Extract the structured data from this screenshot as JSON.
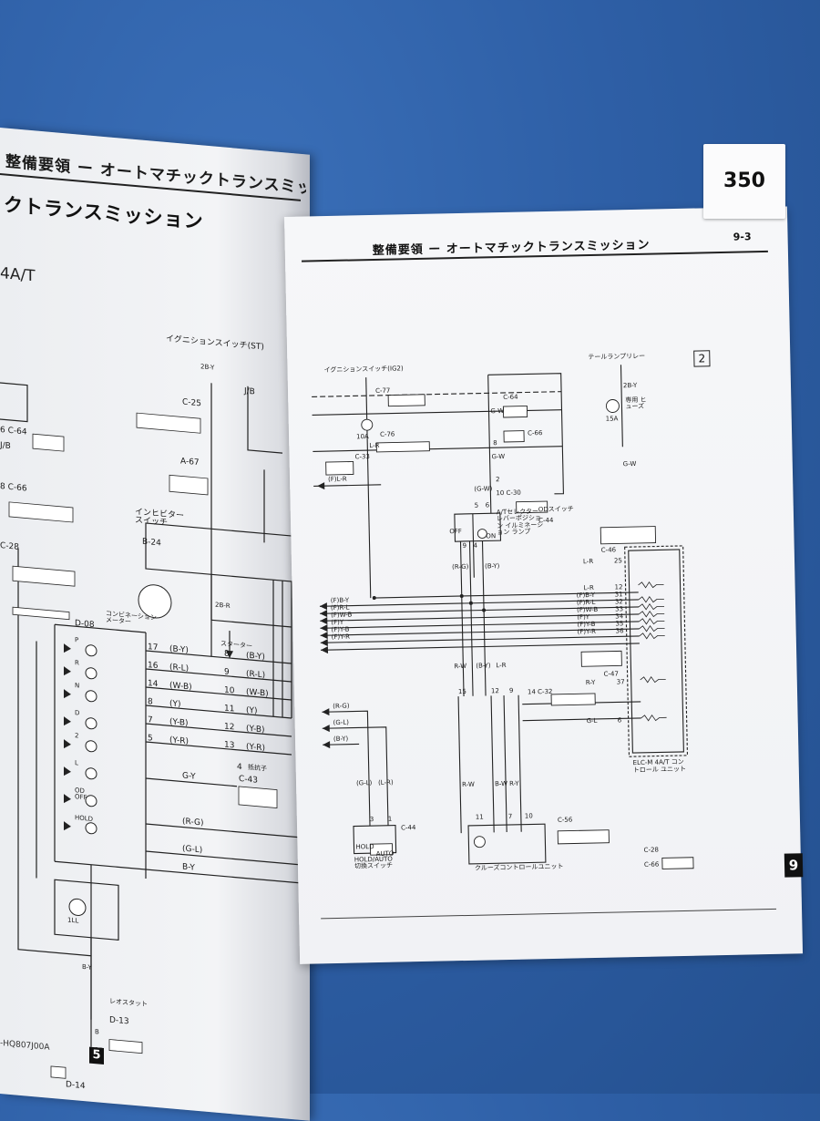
{
  "left_page": {
    "header": "整備要領 ー オートマチックトランスミッション",
    "title": "クトランスミッション",
    "subtitle": "4A/T",
    "footer_code": "-HQ807J00A",
    "page_mark": "5",
    "labels": {
      "ignition_switch_st": "イグニションスイッチ(ST)",
      "c25": "C-25",
      "jb": "J/B",
      "c64": "6 C-64",
      "jb2": "J/B",
      "a67": "A-67",
      "c66": "8 C-66",
      "c28": "C-28",
      "inhibitor": "インヒビター スイッチ",
      "b24": "B-24",
      "d08": "D-08",
      "combination_meter": "コンビネーション メーター",
      "starter": "スターター",
      "c43": "C-43",
      "c43_pin": "4",
      "resistor": "抵抗子",
      "restat": "レオスタット",
      "d13": "D-13",
      "d14": "D-14",
      "one_ll": "1LL",
      "wire_2by": "2B-Y",
      "wire_2br": "2B-R",
      "wire_2b": "2B",
      "wire_by": "B-Y",
      "wire_b": "B",
      "shift_p": "P",
      "shift_r": "R",
      "shift_n": "N",
      "shift_d": "D",
      "shift_2": "2",
      "shift_l": "L",
      "od_off": "OD OFF",
      "hold": "HOLD",
      "row_nums": [
        "17",
        "16",
        "14",
        "8",
        "7",
        "5"
      ],
      "row_wires": [
        "(B-Y)",
        "(R-L)",
        "(W-B)",
        "(Y)",
        "(Y-B)",
        "(Y-R)"
      ],
      "right_nums": [
        "8",
        "9",
        "10",
        "11",
        "12",
        "13"
      ],
      "right_wires": [
        "(B-Y)",
        "(R-L)",
        "(W-B)",
        "(Y)",
        "(Y-B)",
        "(Y-R)"
      ],
      "gy_row": "G-Y",
      "rg_row": "(R-G)",
      "gl_row": "(G-L)",
      "by_row": "B-Y"
    }
  },
  "right_page": {
    "header": "整備要領 ー オートマチックトランスミッション",
    "page_number": "9-3",
    "diagram_number": "2",
    "tab": "9",
    "labels": {
      "ignition_switch_ig2": "イグニションスイッチ(IG2)",
      "c77": "C-77",
      "fuse_10a": "10A",
      "c76": "C-76",
      "c33": "C-33",
      "c64": "C-64",
      "c66": "C-66",
      "c30": "10 C-30",
      "tail_lamp_relay": "テールランプリレー",
      "dedicated_fuse": "専用 ヒューズ",
      "fuse_15a": "15A",
      "od_switch": "ODスイッチ",
      "a_selector": "A/Tセレクター レバーポジション イルミネーション ランプ",
      "c44": "C-44",
      "c46": "C-46",
      "c47": "C-47",
      "c32": "14 C-32",
      "c44b": "C-44",
      "c56": "C-56",
      "elcm_unit": "ELC-M 4A/T コントロール ユニット",
      "hold_auto_switch": "HOLD/AUTO 切換スイッチ",
      "cruise_unit": "クルーズコントロールユニット",
      "c28_ref": "C-28",
      "c66_ref": "C-66",
      "hold_label": "HOLD",
      "auto_label": "AUTO",
      "on_label": "ON",
      "off_label": "OFF",
      "left_wires": [
        "(F)L-R",
        "(F)B-Y",
        "(F)R-L",
        "(F)W-B",
        "(F)Y",
        "(F)Y-B",
        "(F)Y-R",
        "(R-G)",
        "(G-L)",
        "(B-Y)"
      ],
      "ecu_rows": [
        {
          "wire": "L-R",
          "pin": "25"
        },
        {
          "wire": "L-R",
          "pin": "12"
        },
        {
          "wire": "(F)B-Y",
          "pin": "31"
        },
        {
          "wire": "(F)R-L",
          "pin": "32"
        },
        {
          "wire": "(F)W-B",
          "pin": "33"
        },
        {
          "wire": "(F)Y",
          "pin": "34"
        },
        {
          "wire": "(F)Y-B",
          "pin": "35"
        },
        {
          "wire": "(F)Y-R",
          "pin": "36"
        },
        {
          "wire": "R-Y",
          "pin": "37"
        },
        {
          "wire": "G-L",
          "pin": "6"
        }
      ],
      "vert_wires": [
        "L-R",
        "G-W",
        "(G-W)",
        "(R-G)",
        "(B-Y)",
        "R-W",
        "(B-Y)",
        "L-R",
        "(G-L)",
        "(L-R)",
        "R-W",
        "B-W",
        "R-Y",
        "G-W",
        "2B-Y",
        "G-W"
      ],
      "pins": [
        "5",
        "6",
        "8",
        "9",
        "4",
        "15",
        "12",
        "9",
        "1",
        "3",
        "11",
        "7",
        "10",
        "2"
      ]
    }
  },
  "sticker": {
    "lot_number": "350"
  }
}
